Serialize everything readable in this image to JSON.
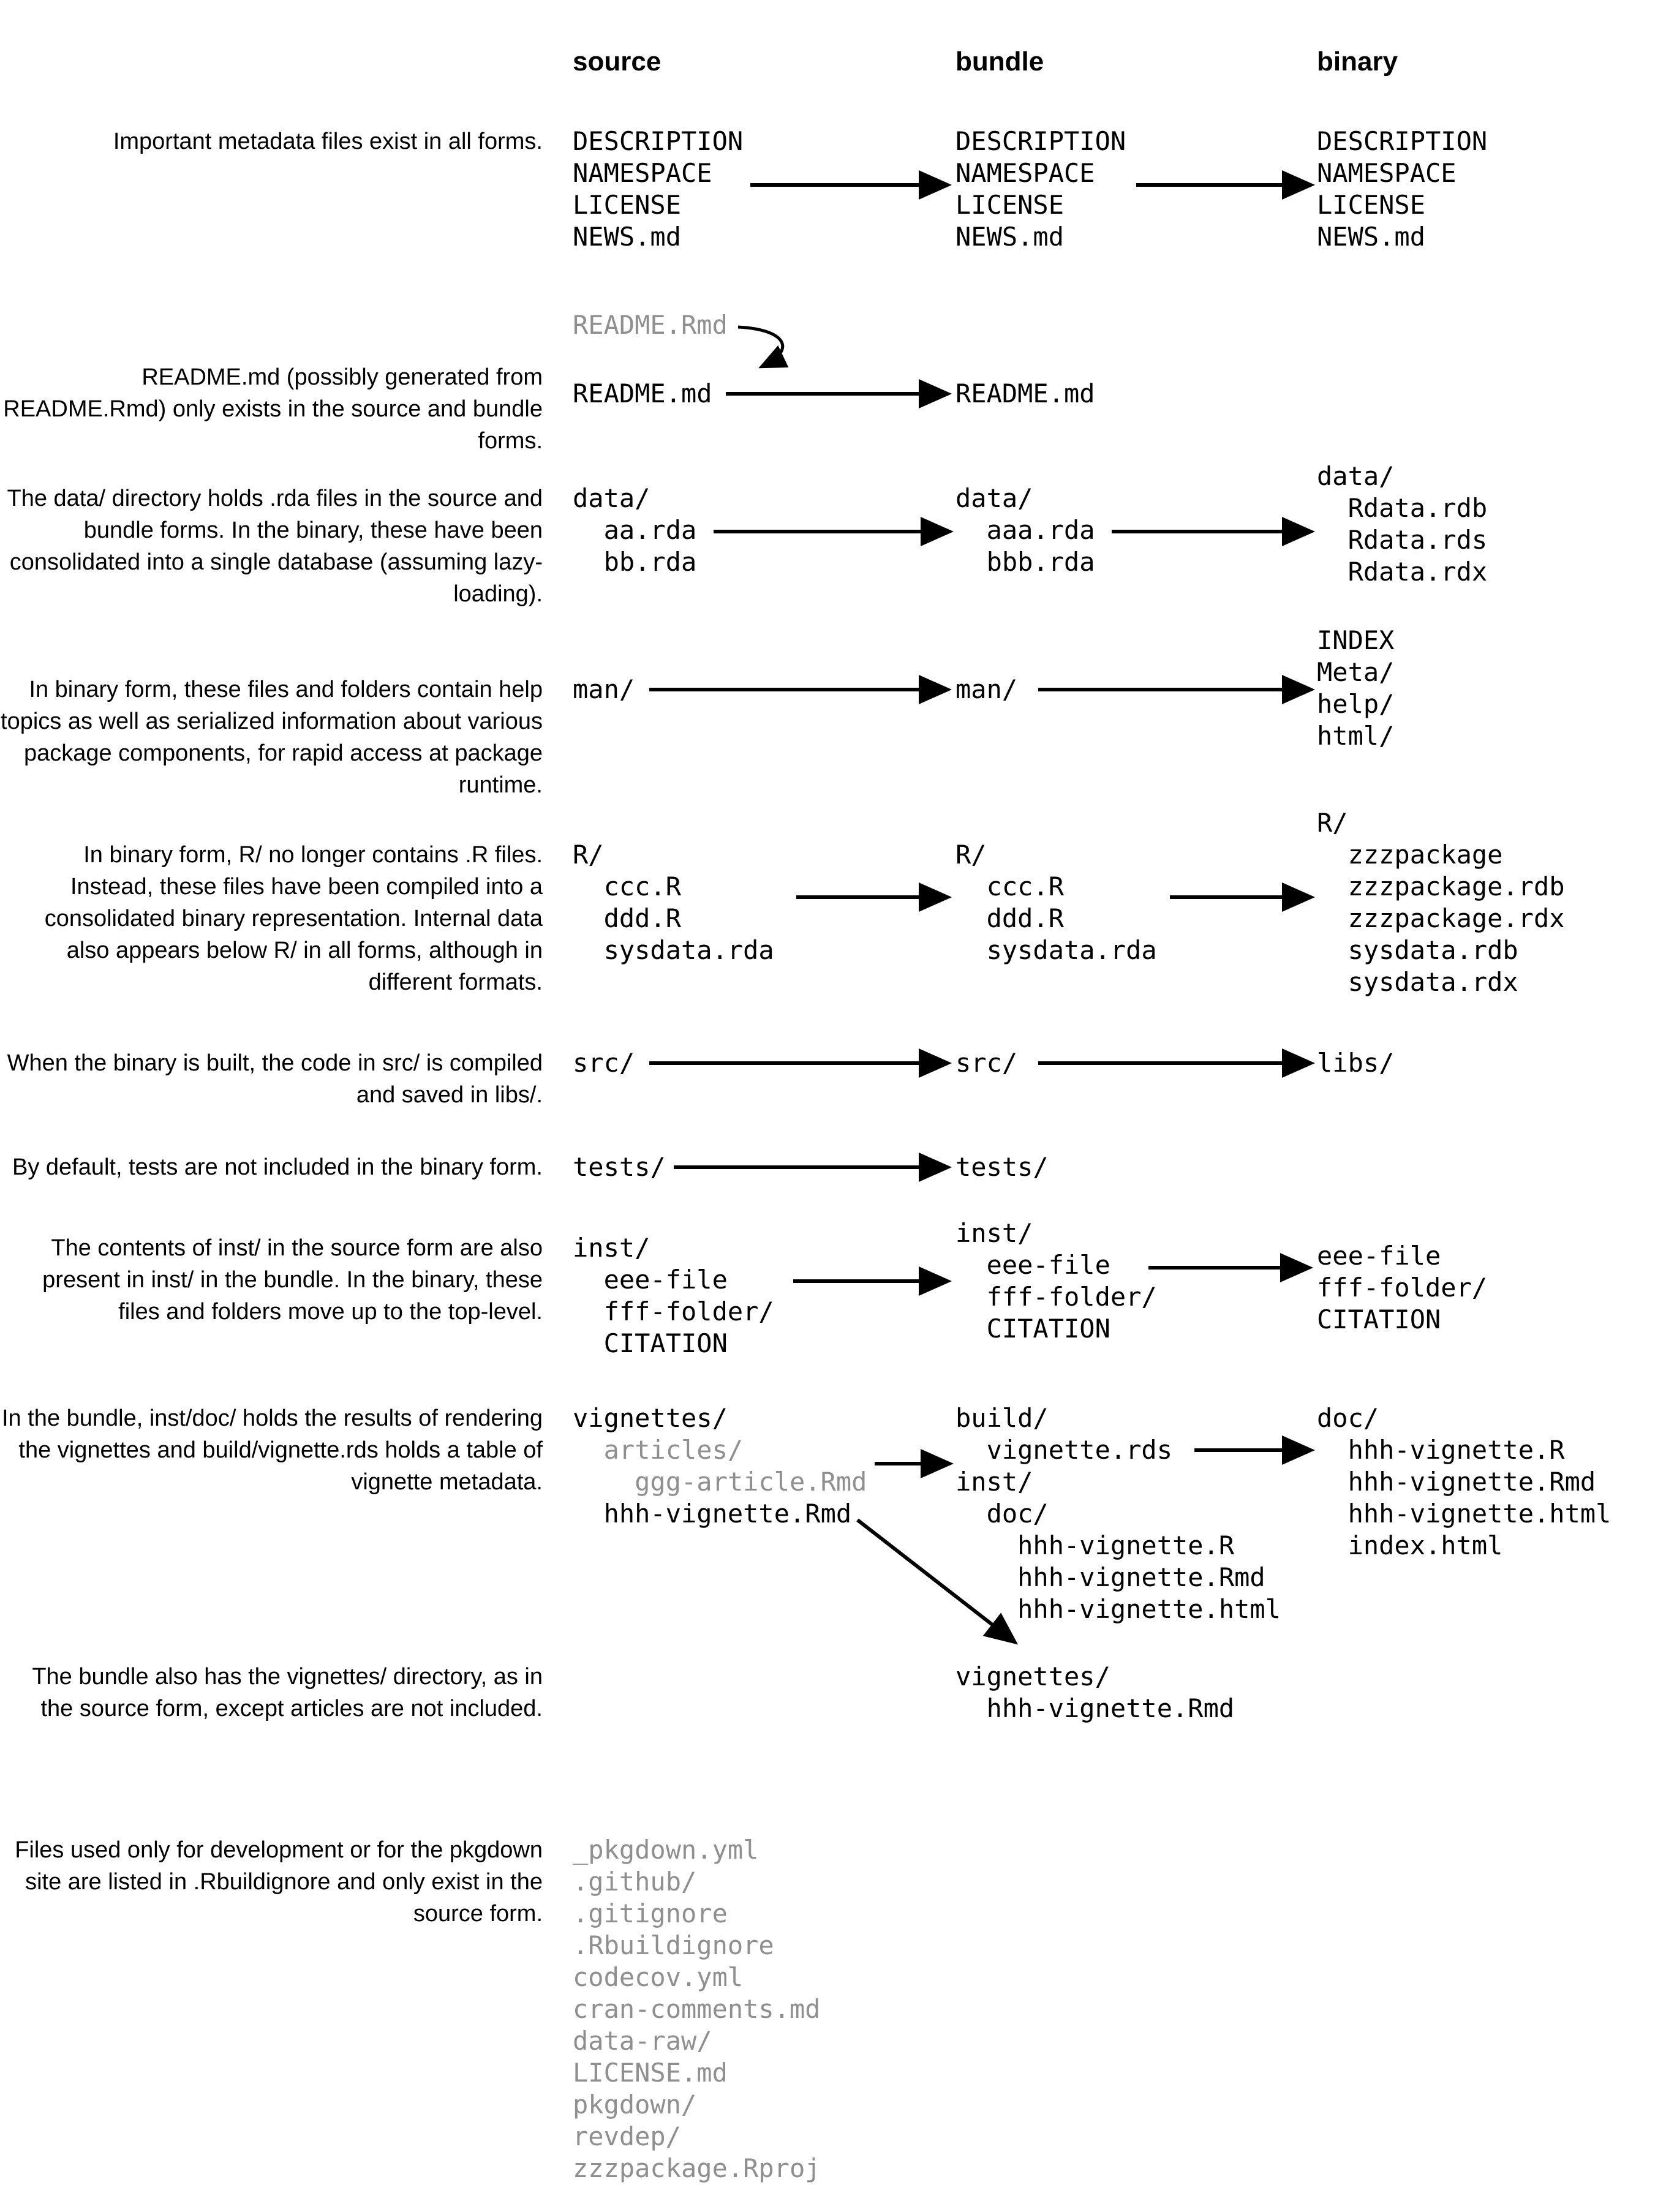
{
  "colors": {
    "text": "#000000",
    "muted": "#8f8f8f"
  },
  "columns": {
    "source": "source",
    "bundle": "bundle",
    "binary": "binary"
  },
  "notes": {
    "metadata": "Important metadata files exist in all forms.",
    "readme": "README.md (possibly generated from README.Rmd) only exists in the source and bundle forms.",
    "data": "The data/ directory holds .rda files in the source and bundle forms. In the binary, these have been consolidated into a single database (assuming lazy-loading).",
    "man": "In binary form, these files and folders contain help topics as well as serialized information about various package components, for rapid access at package runtime.",
    "r": "In binary form, R/ no longer contains .R files. Instead, these files have been compiled into a consolidated binary representation. Internal data also appears below R/ in all forms, although in different formats.",
    "src": "When the binary is built, the code in src/ is compiled and saved in libs/.",
    "tests": "By default, tests are not included in the binary form.",
    "inst": "The contents of inst/ in the source form are also present in inst/ in the bundle. In the binary, these files and folders move up to the top-level.",
    "vignettes": "In the bundle, inst/doc/ holds the results of rendering the vignettes and build/vignette.rds holds a table of vignette metadata.",
    "vignettes2": "The bundle also has the vignettes/ directory, as in the source form, except articles are not included.",
    "devfiles": "Files used only for development or for the pkgdown site are listed in .Rbuildignore and only exist in the source form."
  },
  "blocks": {
    "meta_source": "DESCRIPTION\nNAMESPACE\nLICENSE\nNEWS.md",
    "meta_bundle": "DESCRIPTION\nNAMESPACE\nLICENSE\nNEWS.md",
    "meta_binary": "DESCRIPTION\nNAMESPACE\nLICENSE\nNEWS.md",
    "readme_rmd": "README.Rmd",
    "readme_md_source": "README.md",
    "readme_md_bundle": "README.md",
    "data_source": "data/\n  aa.rda\n  bb.rda",
    "data_bundle": "data/\n  aaa.rda\n  bbb.rda",
    "data_binary": "data/\n  Rdata.rdb\n  Rdata.rds\n  Rdata.rdx",
    "man_source": "man/",
    "man_bundle": "man/",
    "man_binary": "INDEX\nMeta/\nhelp/\nhtml/",
    "r_source": "R/\n  ccc.R\n  ddd.R\n  sysdata.rda",
    "r_bundle": "R/\n  ccc.R\n  ddd.R\n  sysdata.rda",
    "r_binary": "R/\n  zzzpackage\n  zzzpackage.rdb\n  zzzpackage.rdx\n  sysdata.rdb\n  sysdata.rdx",
    "src_source": "src/",
    "src_bundle": "src/",
    "src_binary": "libs/",
    "tests_source": "tests/",
    "tests_bundle": "tests/",
    "inst_source": "inst/\n  eee-file\n  fff-folder/\n  CITATION",
    "inst_bundle": "inst/\n  eee-file\n  fff-folder/\n  CITATION",
    "inst_binary": "eee-file\nfff-folder/\nCITATION",
    "vignettes_source_head": "vignettes/",
    "vignettes_source_articles": "  articles/\n    ggg-article.Rmd",
    "vignettes_source_tail": "  hhh-vignette.Rmd",
    "vignettes_bundle": "build/\n  vignette.rds\ninst/\n  doc/\n    hhh-vignette.R\n    hhh-vignette.Rmd\n    hhh-vignette.html",
    "vignettes_binary": "doc/\n  hhh-vignette.R\n  hhh-vignette.Rmd\n  hhh-vignette.html\n  index.html",
    "vignettes2_bundle": "vignettes/\n  hhh-vignette.Rmd",
    "dev_files": "_pkgdown.yml\n.github/\n.gitignore\n.Rbuildignore\ncodecov.yml\ncran-comments.md\ndata-raw/\nLICENSE.md\npkgdown/\nrevdep/\nzzzpackage.Rproj"
  }
}
